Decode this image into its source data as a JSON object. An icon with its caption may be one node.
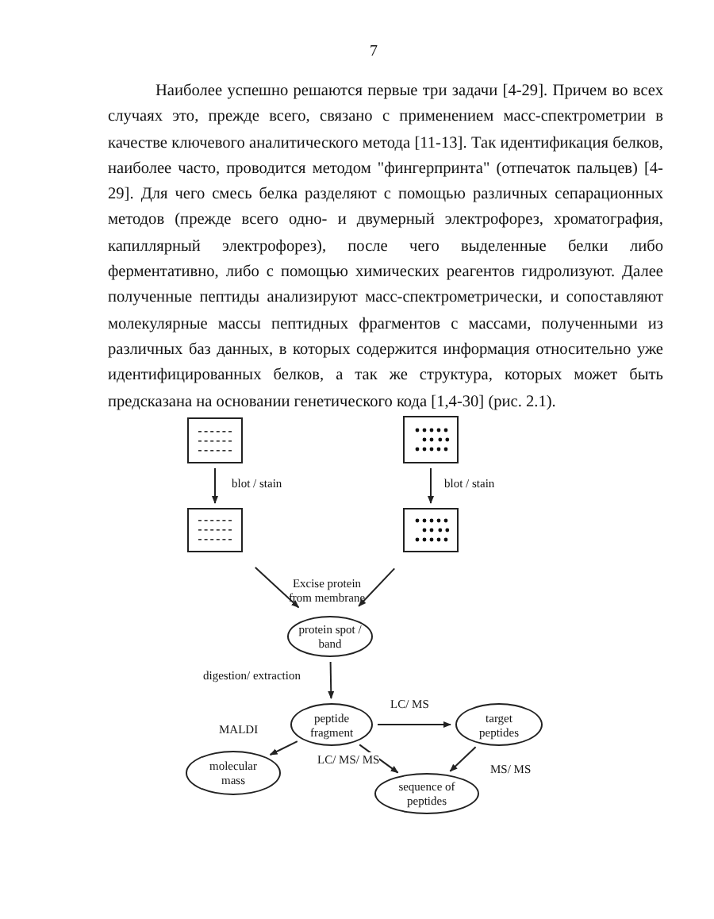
{
  "diagram": {
    "nodes": [
      {
        "text": [],
        "shape": "box"
      },
      {
        "text": [],
        "shape": "box"
      },
      {
        "text": [],
        "shape": "box"
      },
      {
        "text": [],
        "shape": "box"
      },
      {
        "text": [
          "protein spot / band"
        ]
      },
      {
        "text": [
          "peptide fragment"
        ]
      },
      {
        "text": [
          "target peptides"
        ]
      },
      {
        "text": [
          "molecular mass"
        ]
      },
      {
        "text": [
          "sequence of peptides"
        ]
      }
    ],
    "edges": [
      {
        "from": 0,
        "to": 2,
        "arrow": "to",
        "label": "blot / stain"
      },
      {
        "from": 1,
        "to": 3,
        "arrow": "to",
        "label": "blot / stain"
      },
      {
        "from": 2,
        "to": 4,
        "arrow": "to"
      },
      {
        "from": 3,
        "to": 4,
        "arrow": "to"
      },
      {
        "from": 4,
        "to": 5,
        "arrow": "to",
        "label": "digestion/ extraction"
      },
      {
        "from": 5,
        "to": 6,
        "arrow": "to",
        "label": "LC/ MS"
      },
      {
        "from": 5,
        "to": 7,
        "arrow": "to",
        "label": "MALDI"
      },
      {
        "from": 5,
        "to": 8,
        "arrow": "to",
        "label": "LC/ MS/ MS"
      },
      {
        "from": 6,
        "to": 8,
        "arrow": "to",
        "label": "MS/ MS"
      }
    ],
    "labels": [
      "7",
      "Наиболее успешно решаются первые три задачи [4-29]. Причем во всех случаях это, прежде всего, связано с применением масс-спектрометрии в качестве ключевого аналитического метода [11-13]. Так идентификация белков, наиболее часто, проводится методом \"фингерпринта\" (отпечаток пальцев) [4-29]. Для чего смесь белка разделяют с помощью различных сепарационных методов (прежде всего одно- и двумерный электрофорез, хроматография, капиллярный электрофорез), после чего выделенные белки либо ферментативно, либо с помощью химических реагентов гидролизуют. Далее полученные пептиды анализируют масс-спектрометрически, и сопоставляют молекулярные массы пептидных фрагментов с массами, полученными из различных баз данных, в которых содержится информация относительно уже идентифицированных белков, а так же структура, которых может быть предсказана на основании генетического кода [1,4-30] (рис. 2.1).",
      "Excise protein from membrane"
    ]
  }
}
